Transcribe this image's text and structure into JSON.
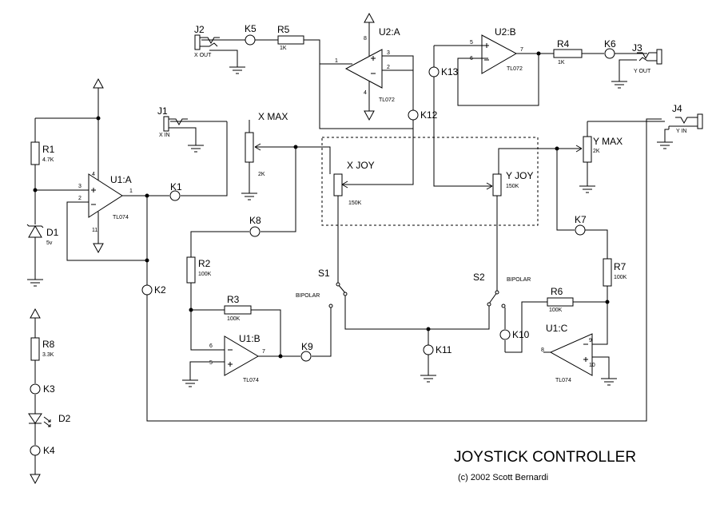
{
  "title": "JOYSTICK CONTROLLER",
  "credit": "(c) 2002 Scott Bernardi",
  "jacks": {
    "j1": {
      "ref": "J1",
      "sub": "X IN"
    },
    "j2": {
      "ref": "J2",
      "sub": "X OUT"
    },
    "j3": {
      "ref": "J3",
      "sub": "Y OUT"
    },
    "j4": {
      "ref": "J4",
      "sub": "Y IN"
    }
  },
  "resistors": {
    "r1": {
      "ref": "R1",
      "val": "4.7K"
    },
    "r2": {
      "ref": "R2",
      "val": "100K"
    },
    "r3": {
      "ref": "R3",
      "val": "100K"
    },
    "r4": {
      "ref": "R4",
      "val": "1K"
    },
    "r5": {
      "ref": "R5",
      "val": "1K"
    },
    "r6": {
      "ref": "R6",
      "val": "100K"
    },
    "r7": {
      "ref": "R7",
      "val": "100K"
    },
    "r8": {
      "ref": "R8",
      "val": "3.3K"
    }
  },
  "pots": {
    "xmax": {
      "ref": "X MAX",
      "val": "2K"
    },
    "ymax": {
      "ref": "Y MAX",
      "val": "2K"
    },
    "xjoy": {
      "ref": "X JOY",
      "val": "150K"
    },
    "yjoy": {
      "ref": "Y JOY",
      "val": "150K"
    }
  },
  "opamps": {
    "u1a": {
      "ref": "U1:A",
      "part": "TL074",
      "pins": [
        "3",
        "2",
        "1",
        "4",
        "11"
      ]
    },
    "u1b": {
      "ref": "U1:B",
      "part": "TL074",
      "pins": [
        "6",
        "5",
        "7"
      ]
    },
    "u1c": {
      "ref": "U1:C",
      "part": "TL074",
      "pins": [
        "9",
        "10",
        "8"
      ]
    },
    "u2a": {
      "ref": "U2:A",
      "part": "TL072",
      "pins": [
        "3",
        "2",
        "1",
        "8",
        "4"
      ]
    },
    "u2b": {
      "ref": "U2:B",
      "part": "TL072",
      "pins": [
        "5",
        "6",
        "7"
      ]
    }
  },
  "diodes": {
    "d1": {
      "ref": "D1",
      "val": "5v"
    },
    "d2": {
      "ref": "D2"
    }
  },
  "switches": {
    "s1": {
      "ref": "S1",
      "pos": "BIPOLAR"
    },
    "s2": {
      "ref": "S2",
      "pos": "BIPOLAR"
    }
  },
  "terminals": [
    "K1",
    "K2",
    "K3",
    "K4",
    "K5",
    "K6",
    "K7",
    "K8",
    "K9",
    "K10",
    "K11",
    "K12",
    "K13"
  ]
}
